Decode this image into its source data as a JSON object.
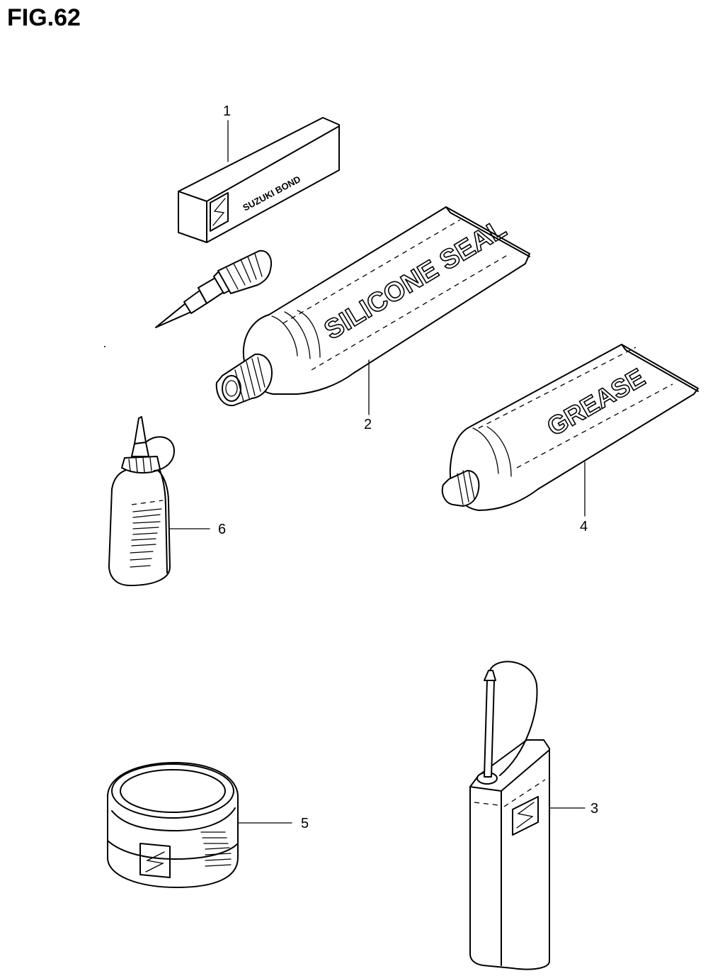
{
  "figure": {
    "title": "FIG.62"
  },
  "parts": [
    {
      "callout": "1",
      "label": "SUZUKI BOND",
      "logo": "S"
    },
    {
      "callout": "2",
      "label": "SILICONE SEAL"
    },
    {
      "callout": "3",
      "logo": "S"
    },
    {
      "callout": "4",
      "label": "GREASE"
    },
    {
      "callout": "5",
      "logo": "S"
    },
    {
      "callout": "6"
    }
  ]
}
